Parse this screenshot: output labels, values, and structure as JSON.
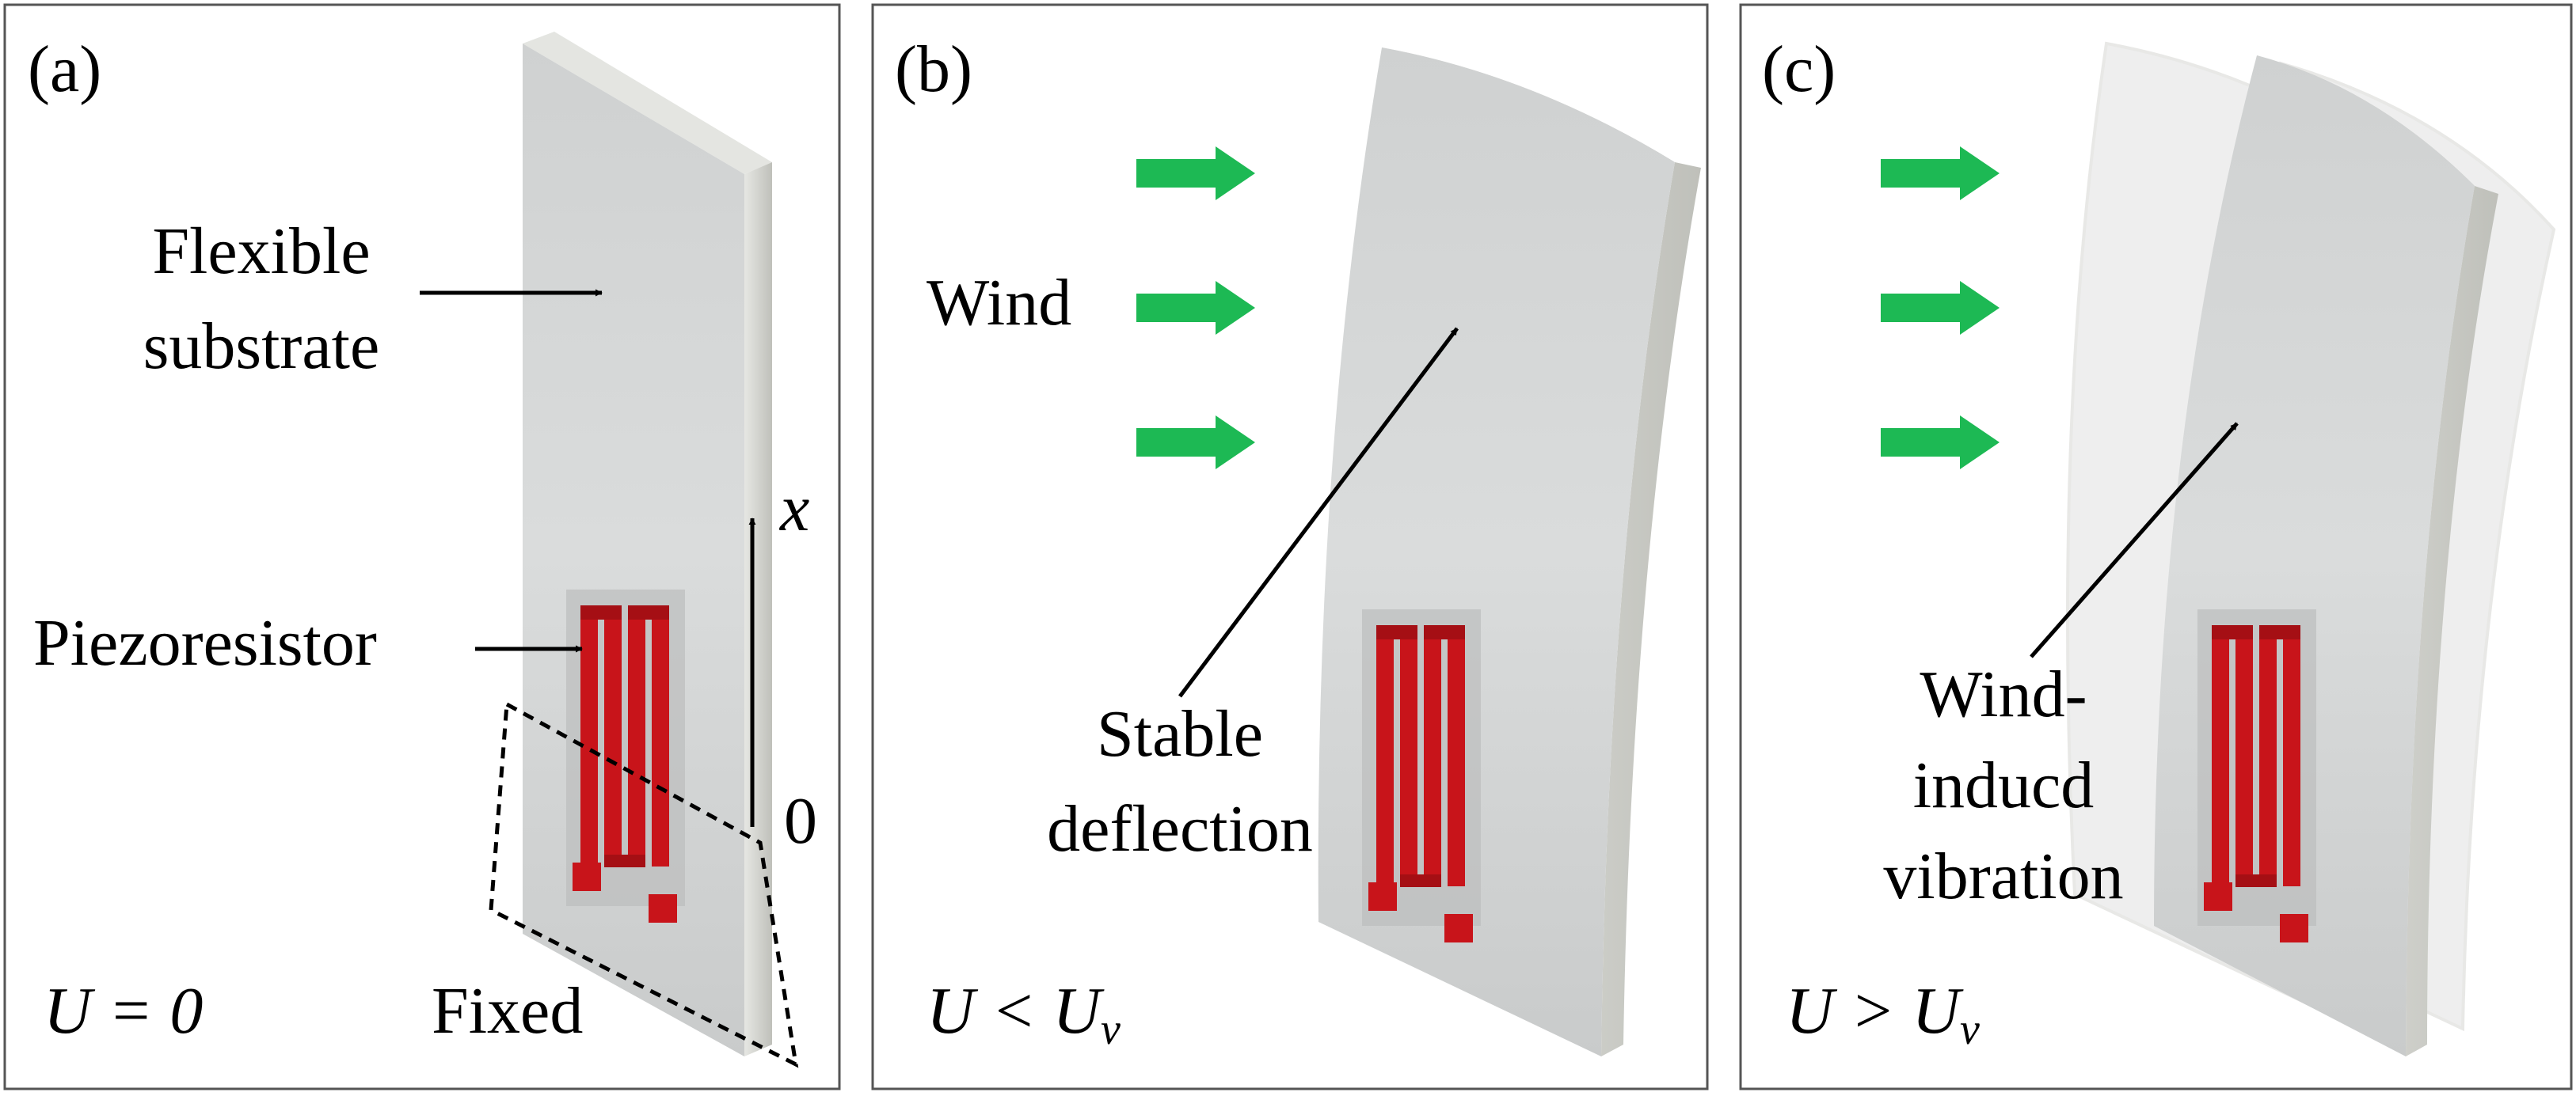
{
  "panels": [
    {
      "id": "a",
      "tag": "(a)",
      "condition": "U = 0",
      "labels": {
        "substrate_l1": "Flexible",
        "substrate_l2": "substrate",
        "piezo": "Piezoresistor",
        "axis_x": "x",
        "axis_zero": "0",
        "fixed": "Fixed"
      }
    },
    {
      "id": "b",
      "tag": "(b)",
      "condition_lhs": "U < U",
      "condition_sub": "v",
      "labels": {
        "wind": "Wind",
        "deflect_l1": "Stable",
        "deflect_l2": "deflection"
      }
    },
    {
      "id": "c",
      "tag": "(c)",
      "condition_lhs": "U > U",
      "condition_sub": "v",
      "labels": {
        "vib_l1": "Wind-",
        "vib_l2": "inducd",
        "vib_l3": "vibration"
      }
    }
  ],
  "colors": {
    "wind_arrow": "#1db954",
    "piezoresistor": "#c8141a",
    "substrate": "#d6d8d8"
  }
}
